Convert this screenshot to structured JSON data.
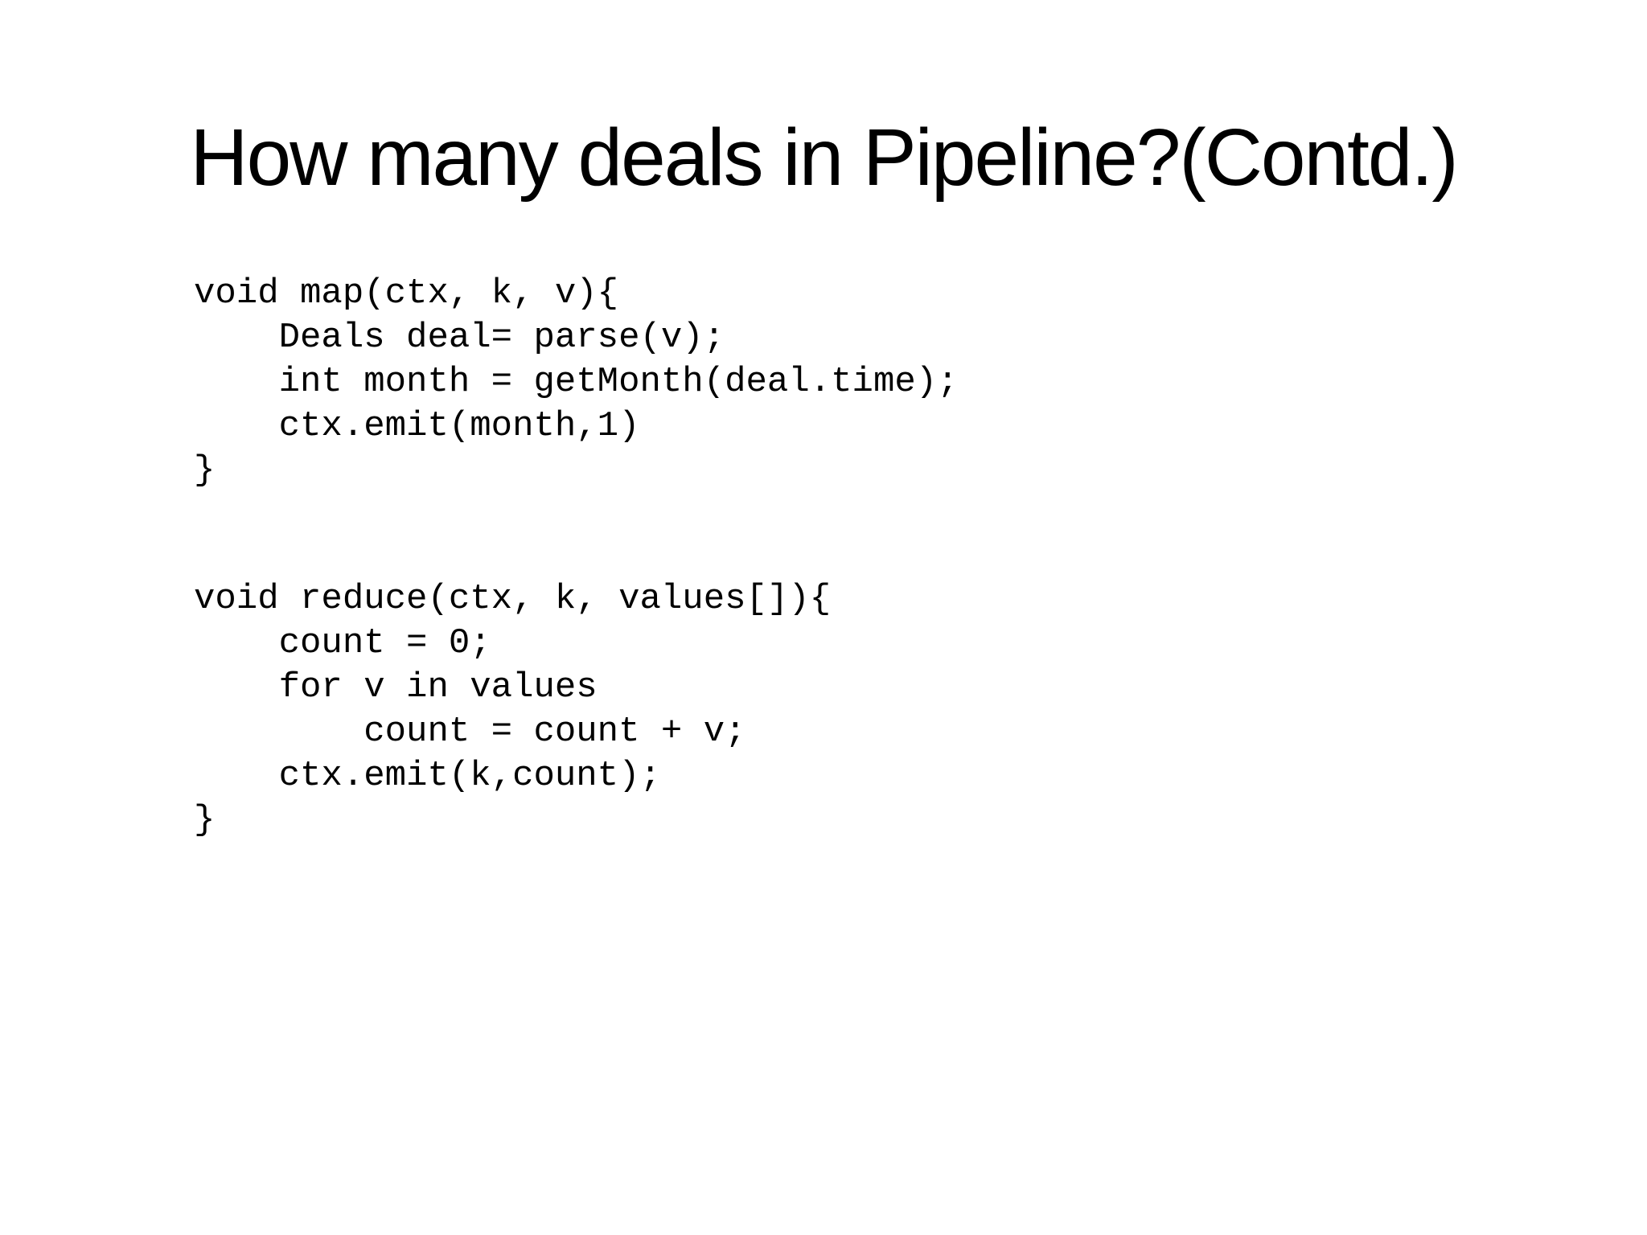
{
  "slide": {
    "title": "How many deals in Pipeline?(Contd.)",
    "background_color": "#ffffff",
    "text_color": "#000000"
  },
  "code_blocks": [
    {
      "name": "map-function",
      "lines": [
        "void map(ctx, k, v){",
        "    Deals deal= parse(v);",
        "    int month = getMonth(deal.time);",
        "    ctx.emit(month,1)",
        "}"
      ]
    },
    {
      "name": "reduce-function",
      "lines": [
        "void reduce(ctx, k, values[]){",
        "    count = 0;",
        "    for v in values",
        "        count = count + v;",
        "    ctx.emit(k,count);",
        "}"
      ]
    }
  ]
}
